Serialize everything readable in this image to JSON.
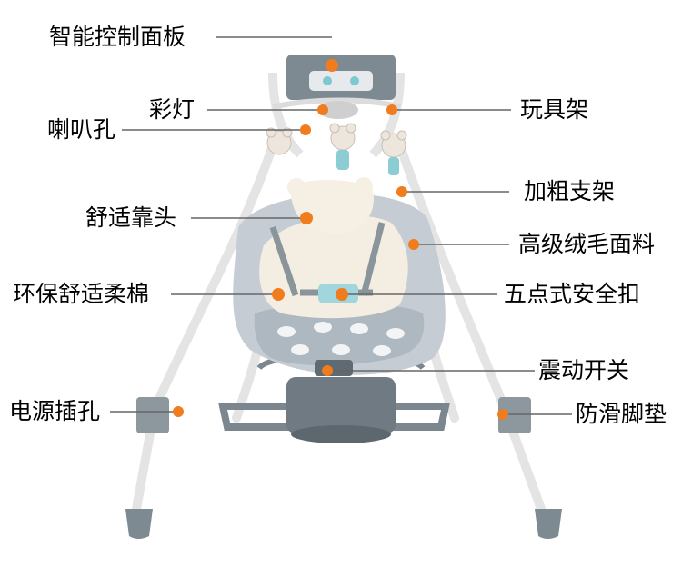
{
  "colors": {
    "label_text": "#3aa6b8",
    "leader_line": "#666666",
    "dot": "#f07c1e",
    "frame": "#e6e6e6",
    "seat_fabric": "#c9cfd6",
    "cushion": "#f4eee4",
    "base": "#6f7a82"
  },
  "labels": {
    "control_panel": "智能控制面板",
    "lights": "彩灯",
    "speaker_hole": "喇叭孔",
    "toy_bar": "玩具架",
    "thick_frame": "加粗支架",
    "headrest": "舒适靠头",
    "plush_fabric": "高级绒毛面料",
    "cotton_cushion": "环保舒适柔棉",
    "harness": "五点式安全扣",
    "vibration_switch": "震动开关",
    "power_jack": "电源插孔",
    "anti_slip_feet": "防滑脚垫"
  },
  "icons": [
    "bear-toy-icon",
    "cloud-pattern-icon"
  ]
}
